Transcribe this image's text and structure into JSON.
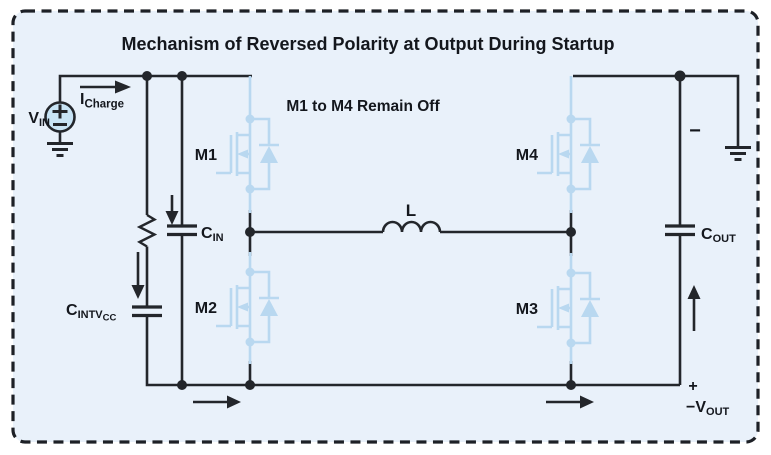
{
  "figure": {
    "title": "Mechanism of Reversed Polarity at Output During Startup",
    "note": "M1 to M4 Remain Off"
  },
  "labels": {
    "vin_base": "V",
    "vin_sub": "IN",
    "icharge_base": "I",
    "icharge_sub": "Charge",
    "m1": "M1",
    "m2": "M2",
    "m3": "M3",
    "m4": "M4",
    "cin_base": "C",
    "cin_sub": "IN",
    "cintvcc_base": "C",
    "cintvcc_sub": "INTV",
    "cintvcc_subsub": "CC",
    "cout_base": "C",
    "cout_sub": "OUT",
    "inductor": "L",
    "output_minus": "−",
    "output_plus": "+",
    "vout_base": "−V",
    "vout_sub": "OUT"
  },
  "colors": {
    "panel_fill": "#e9f1fa",
    "border_dash": "#1d2026",
    "wire": "#23262b",
    "off_mosfet_blue": "#b9d8f0",
    "source_fill": "#c8e4f6",
    "text": "#14171d"
  }
}
